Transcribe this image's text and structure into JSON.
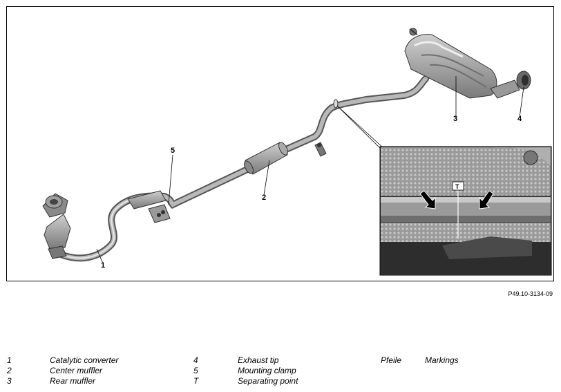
{
  "figure": {
    "reference": "P49.10-3134-09",
    "callouts": {
      "c1": "1",
      "c2": "2",
      "c3": "3",
      "c4": "4",
      "c5": "5",
      "t": "T"
    }
  },
  "legend": {
    "items": [
      {
        "key": "1",
        "text": "Catalytic converter"
      },
      {
        "key": "2",
        "text": "Center muffler"
      },
      {
        "key": "3",
        "text": "Rear muffler"
      },
      {
        "key": "4",
        "text": "Exhaust tip"
      },
      {
        "key": "5",
        "text": "Mounting clamp"
      },
      {
        "key": "T",
        "text": "Separating point"
      },
      {
        "key": "Pfeile",
        "text": "Markings"
      }
    ]
  }
}
